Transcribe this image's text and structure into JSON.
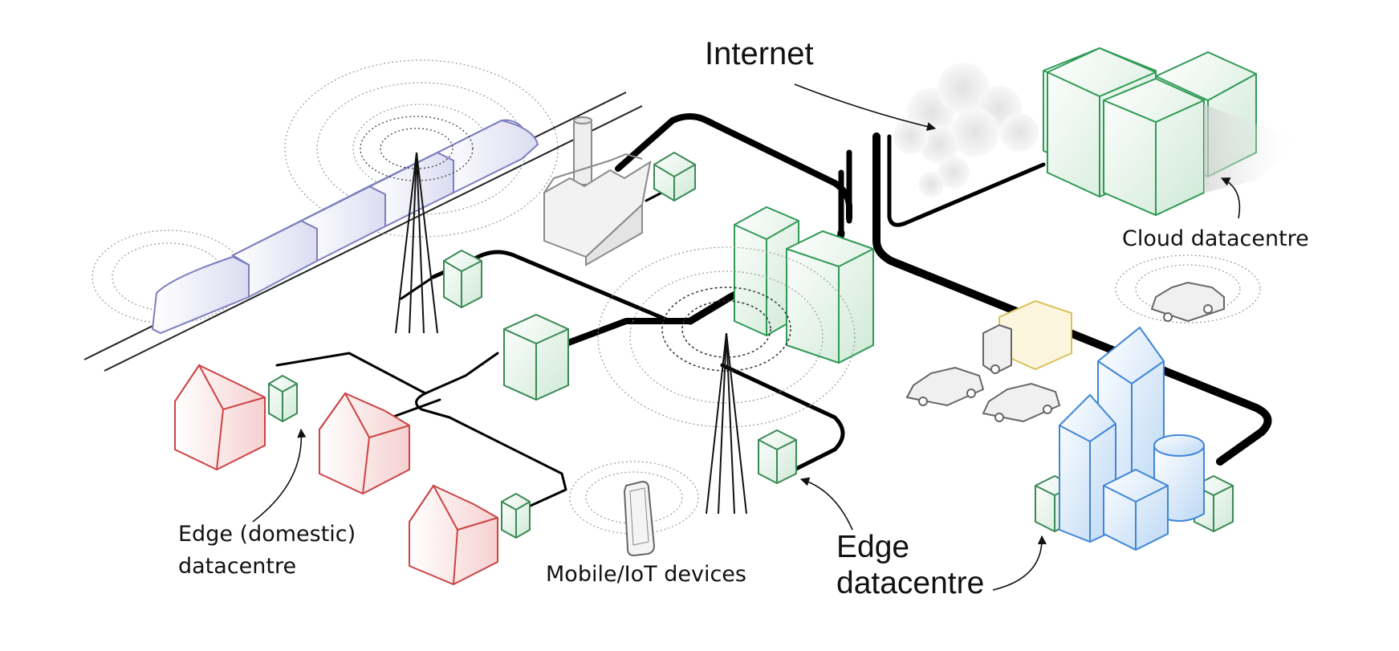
{
  "labels": {
    "internet": "Internet",
    "cloud_datacentre": "Cloud datacentre",
    "edge_domestic_line1": "Edge (domestic)",
    "edge_domestic_line2": "datacentre",
    "mobile_iot": "Mobile/IoT devices",
    "edge_datacentre_line1": "Edge",
    "edge_datacentre_line2": "datacentre"
  },
  "colors": {
    "train": "#7d7fbf",
    "house": "#cc4444",
    "edge_node": "#3a8a55",
    "cloud_dc": "#2f9a55",
    "city": "#3f86d6",
    "vehicle": "#666666",
    "truck_accent": "#d9c25a",
    "factory": "#8a8a8a",
    "cable": "#000000"
  }
}
